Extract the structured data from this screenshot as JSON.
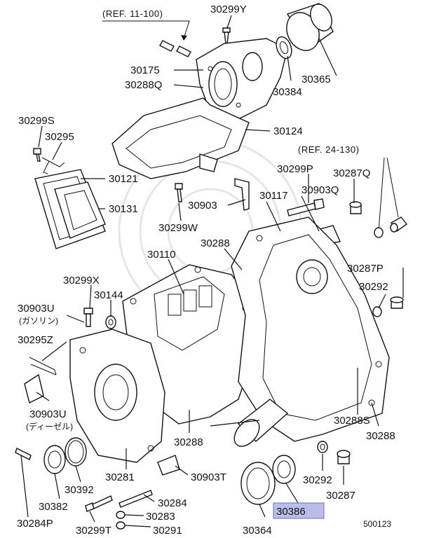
{
  "diagram_id": "500123",
  "refs": {
    "top": "(REF. 11-100)",
    "right": "(REF. 24-130)"
  },
  "parts": {
    "p30299Y": "30299Y",
    "p30365": "30365",
    "p30175": "30175",
    "p30288Q": "30288Q",
    "p30384": "30384",
    "p30299S": "30299S",
    "p30295": "30295",
    "p30124": "30124",
    "p30121": "30121",
    "p30299P": "30299P",
    "p30287Q": "30287Q",
    "p30131": "30131",
    "p30117": "30117",
    "p30903Q": "30903Q",
    "p30903": "30903",
    "p30299W": "30299W",
    "p30288_top": "30288",
    "p30110": "30110",
    "p30287P": "30287P",
    "p30299X": "30299X",
    "p30144": "30144",
    "p30292_right": "30292",
    "p30903U_a": "30903U",
    "p30903U_a_note": "(ガソリン)",
    "p30295Z": "30295Z",
    "p30903U_b": "30903U",
    "p30903U_b_note": "(ディーゼル)",
    "p30288S": "30288S",
    "p30288_right": "30288",
    "p30288_mid": "30288",
    "p30392": "30392",
    "p30281": "30281",
    "p30903T": "30903T",
    "p30292_bottom": "30292",
    "p30382": "30382",
    "p30284": "30284",
    "p30287": "30287",
    "p30283": "30283",
    "p30386": "30386",
    "p30284P": "30284P",
    "p30299T": "30299T",
    "p30291": "30291",
    "p30364": "30364"
  },
  "colors": {
    "highlight_fill": "#b9bde8",
    "line": "#111111"
  }
}
